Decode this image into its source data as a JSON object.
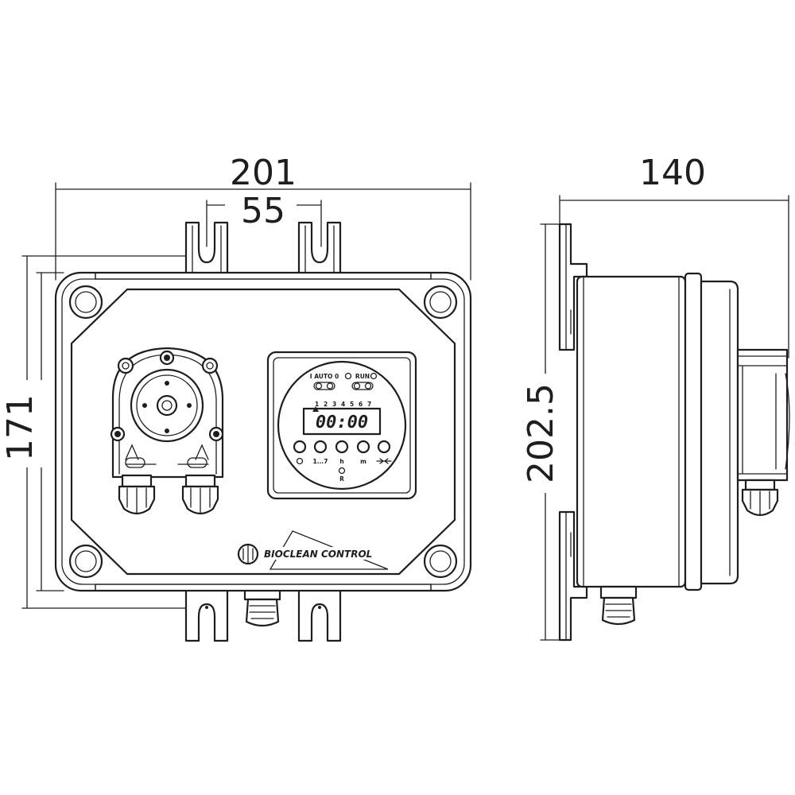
{
  "dimensions": {
    "total_width": "201",
    "bracket_spacing": "55",
    "front_height": "171",
    "depth": "140",
    "total_height": "202.5"
  },
  "brand": "BIOCLEAN CONTROL",
  "timer": {
    "mode_auto": "I AUTO 0",
    "mode_run": "RUN",
    "days": [
      "1",
      "2",
      "3",
      "4",
      "5",
      "6",
      "7"
    ],
    "display": "00:00",
    "button_labels": [
      "1...7",
      "h",
      "m",
      "R"
    ]
  }
}
